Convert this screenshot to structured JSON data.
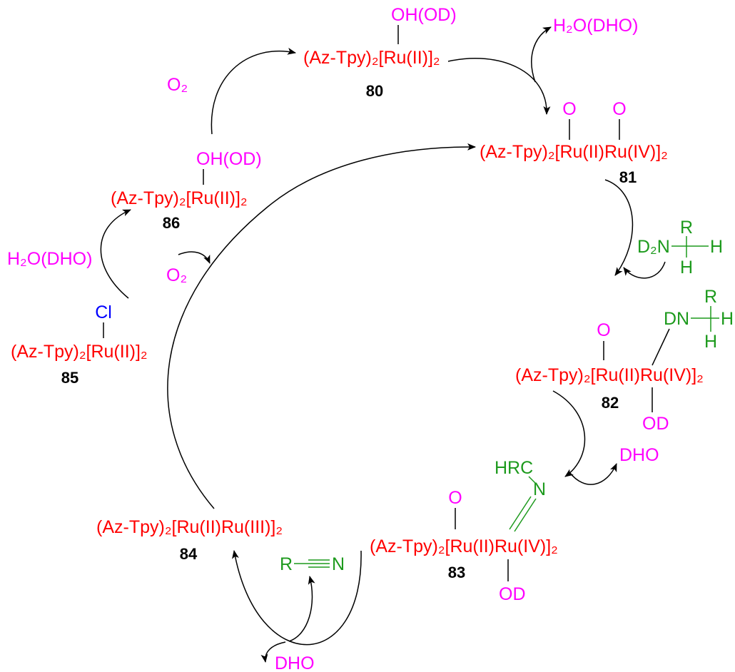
{
  "diagram": {
    "compound_80": {
      "label": "80",
      "formula": "(Az-Tpy)₂[Ru(II)]₂",
      "axial_ligand": "OH(OD)"
    },
    "compound_81": {
      "label": "81",
      "formula": "(Az-Tpy)₂[Ru(II)Ru(IV)]₂",
      "oxo_ligand_1": "O",
      "oxo_ligand_2": "O"
    },
    "compound_82": {
      "label": "82",
      "formula": "(Az-Tpy)₂[Ru(II)Ru(IV)]₂",
      "oxo_ligand": "O",
      "od_ligand": "OD",
      "amido": {
        "nitrogen": "DN",
        "substituent": "R",
        "hydrogen_1": "H",
        "hydrogen_2": "H"
      }
    },
    "compound_83": {
      "label": "83",
      "formula": "(Az-Tpy)₂[Ru(II)Ru(IV)]₂",
      "oxo_ligand": "O",
      "od_ligand": "OD",
      "imine": {
        "carbon": "HRC",
        "nitrogen": "N"
      }
    },
    "compound_84": {
      "label": "84",
      "formula": "(Az-Tpy)₂[Ru(II)Ru(III)]₂"
    },
    "compound_85": {
      "label": "85",
      "formula": "(Az-Tpy)₂[Ru(II)]₂",
      "axial_ligand": "Cl"
    },
    "compound_86": {
      "label": "86",
      "formula": "(Az-Tpy)₂[Ru(II)]₂",
      "axial_ligand": "OH(OD)"
    }
  },
  "species": {
    "oxygen_top": "O₂",
    "oxygen_middle": "O₂",
    "water_released": "H₂O(DHO)",
    "water_added": "H₂O(DHO)",
    "amine": {
      "nitrogen": "D₂N",
      "substituent": "R",
      "hydrogen_1": "H",
      "hydrogen_2": "H"
    },
    "dho_after_82": "DHO",
    "nitrile": {
      "substituent": "R",
      "nitrogen": "N"
    },
    "dho_after_83": "DHO"
  },
  "colors": {
    "ruthenium_complex": "#ff0000",
    "oxygen_species": "#ff00ff",
    "organic_substrate": "#1d9a1d",
    "chloride": "#0000ff",
    "compound_label": "#000000",
    "arrows": "#000000"
  }
}
